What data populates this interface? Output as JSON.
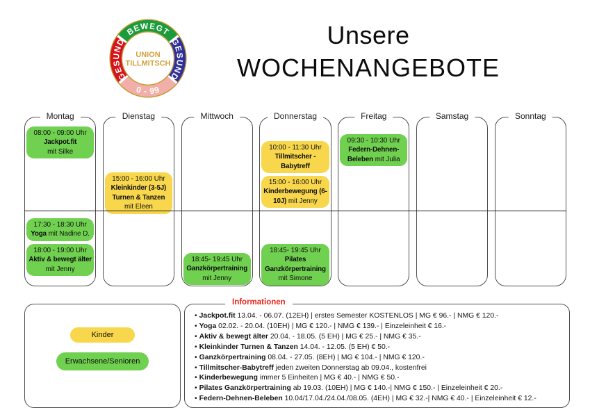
{
  "logo": {
    "arc_top": "BEWEGT",
    "arc_right": "GESUND",
    "arc_left": "GESUND",
    "arc_bottom": "0 - 99",
    "center_line1": "UNION",
    "center_line2": "TILLMITSCH",
    "colors": {
      "arc_top_green": "#1a9c3b",
      "arc_right_blue": "#30309a",
      "arc_left_red": "#d51419",
      "arc_bottom_pink": "#f2afa9",
      "ring_gold": "#c79a33",
      "center_text_gold": "#d0a23c"
    }
  },
  "title": {
    "line1": "Unsere",
    "line2": "WOCHENANGEBOTE"
  },
  "schedule": {
    "days": [
      {
        "label": "Montag",
        "events": [
          {
            "time": "08:00 - 09:00 Uhr",
            "name": "Jackpot.fit",
            "with": "mit Silke",
            "color": "green"
          },
          {
            "time": "17:30 - 18:30 Uhr",
            "name": "Yoga",
            "with": "mit Nadine D.",
            "color": "green"
          },
          {
            "time": "18:00 - 19:00 Uhr",
            "name": "Aktiv & bewegt älter",
            "with": "mit Jenny",
            "color": "green"
          }
        ]
      },
      {
        "label": "Dienstag",
        "events": [
          {
            "time": "15:00 - 16:00 Uhr",
            "name": "Kleinkinder (3-5J) Turnen & Tanzen",
            "with": "mit Eleen",
            "color": "yellow"
          }
        ]
      },
      {
        "label": "Mittwoch",
        "events": [
          {
            "time": "18:45- 19:45 Uhr",
            "name": "Ganzkörpertraining",
            "with": "mit Jenny",
            "color": "green"
          }
        ]
      },
      {
        "label": "Donnerstag",
        "events": [
          {
            "time": "10:00 - 11:30 Uhr",
            "name": "Tillmitscher - Babytreff",
            "with": "",
            "color": "yellow"
          },
          {
            "time": "15:00 - 16:00 Uhr",
            "name": "Kinderbewegung (6-10J)",
            "with": "mit Jenny",
            "color": "yellow"
          },
          {
            "time": "18:45- 19:45 Uhr",
            "name": "Pilates Ganzkörpertraining",
            "with": "mit Simone",
            "color": "green"
          }
        ]
      },
      {
        "label": "Freitag",
        "events": [
          {
            "time": "09:30 - 10:30 Uhr",
            "name": "Federn-Dehnen-Beleben",
            "with": "mit Julia",
            "color": "green"
          }
        ]
      },
      {
        "label": "Samstag",
        "events": []
      },
      {
        "label": "Sonntag",
        "events": []
      }
    ]
  },
  "legend": {
    "items": [
      {
        "label": "Kinder",
        "color": "#f8d74d"
      },
      {
        "label": "Erwachsene/Senioren",
        "color": "#70d04f"
      }
    ]
  },
  "info": {
    "heading": "Informationen",
    "bullet": "•",
    "items": [
      {
        "name": "Jackpot.fit",
        "rest": "13.04. - 06.07. (12EH) | erstes Semester KOSTENLOS | MG € 96.- | NMG € 120.-"
      },
      {
        "name": "Yoga",
        "rest": "02.02. - 20.04. (10EH) | MG € 120.- | NMG € 139.- | Einzeleinheit € 16.-"
      },
      {
        "name": "Aktiv & bewegt älter",
        "rest": "20.04. - 18.05. (5 EH) | MG € 25.- | NMG € 35.-"
      },
      {
        "name": "Kleinkinder Turnen & Tanzen",
        "rest": "14.04. - 12.05. (5 EH) € 50.-"
      },
      {
        "name": "Ganzkörpertraining",
        "rest": "08.04. - 27.05. (8EH) | MG € 104.- | NMG € 120.-"
      },
      {
        "name": "Tillmitscher-Babytreff",
        "rest": "jeden zweiten Donnerstag ab 09.04., kostenfrei"
      },
      {
        "name": "Kinderbewegung",
        "rest": "immer 5 Einheiten | MG € 40.- | NMG € 50.-"
      },
      {
        "name": "Pilates Ganzkörpertraining",
        "rest": "ab 19.03. (10EH) | MG € 140.-| NMG € 150.- | Einzeleinheit € 20.-"
      },
      {
        "name": "Federn-Dehnen-Beleben",
        "rest": "10.04/17.04./24.04./08.05. (4EH) | MG € 32.-| NMG € 40.- | Einzeleinheit € 12.-"
      }
    ]
  },
  "colors": {
    "event_green": "#70d04f",
    "event_yellow": "#f8d74d",
    "heading_red": "#e9261a",
    "box_border": "#4e4e4e"
  }
}
